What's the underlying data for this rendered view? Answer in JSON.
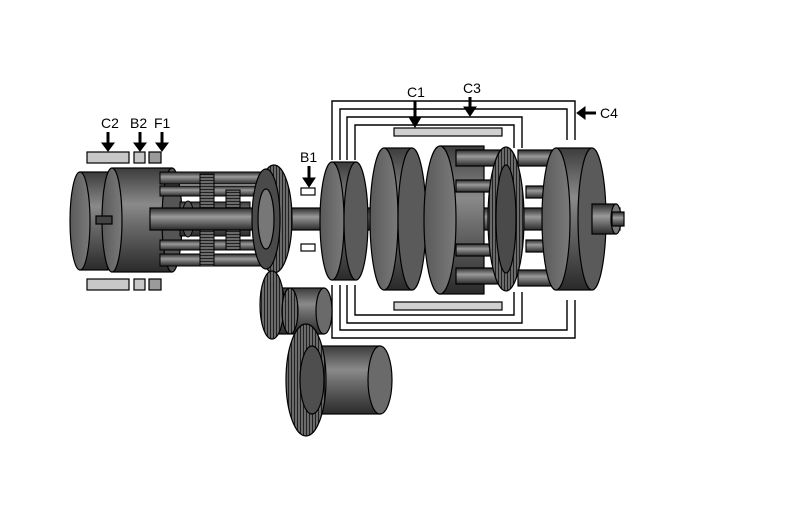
{
  "labels": {
    "c1": "C1",
    "c2": "C2",
    "c3": "C3",
    "c4": "C4",
    "b1": "B1",
    "b2": "B2",
    "f1": "F1"
  },
  "colors": {
    "metal_dark": "#3a3a3a",
    "metal_mid": "#6e6e6e",
    "metal_light": "#9a9a9a",
    "band": "#c8c8c8",
    "outline": "#000000",
    "background": "#ffffff"
  }
}
